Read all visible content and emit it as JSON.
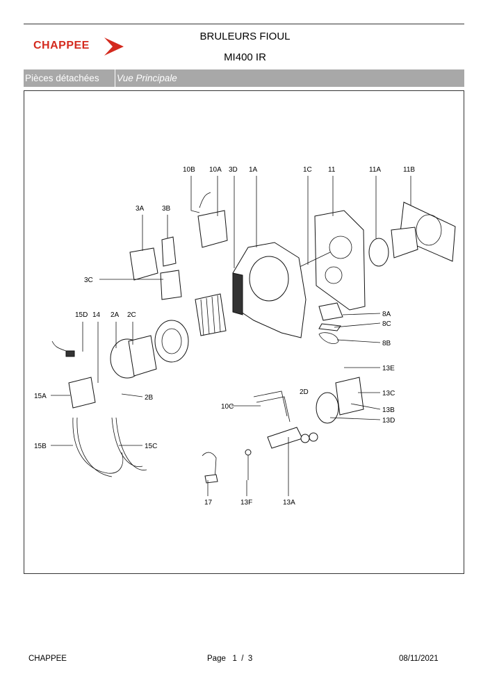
{
  "header": {
    "brand": "CHAPPEE",
    "title_line1": "BRULEURS FIOUL",
    "title_line2": "MI400 IR"
  },
  "section_bar": {
    "left_label": "Pièces détachées",
    "right_label": "Vue Principale"
  },
  "diagram": {
    "labels": {
      "l10B": "10B",
      "l10A": "10A",
      "l3D": "3D",
      "l1A": "1A",
      "l1C": "1C",
      "l11": "11",
      "l11A": "11A",
      "l11B": "11B",
      "l3A": "3A",
      "l3B": "3B",
      "l3C": "3C",
      "l15D": "15D",
      "l14": "14",
      "l2A": "2A",
      "l2C": "2C",
      "l8A": "8A",
      "l8C": "8C",
      "l8B": "8B",
      "l13E": "13E",
      "l2D": "2D",
      "l13C": "13C",
      "l13B": "13B",
      "l13D": "13D",
      "l10C": "10C",
      "l15A": "15A",
      "l2B": "2B",
      "l15B": "15B",
      "l15C": "15C",
      "l17": "17",
      "l13F": "13F",
      "l13A": "13A"
    }
  },
  "footer": {
    "brand": "CHAPPEE",
    "page": "Page   1  /  3",
    "date": "08/11/2021"
  }
}
